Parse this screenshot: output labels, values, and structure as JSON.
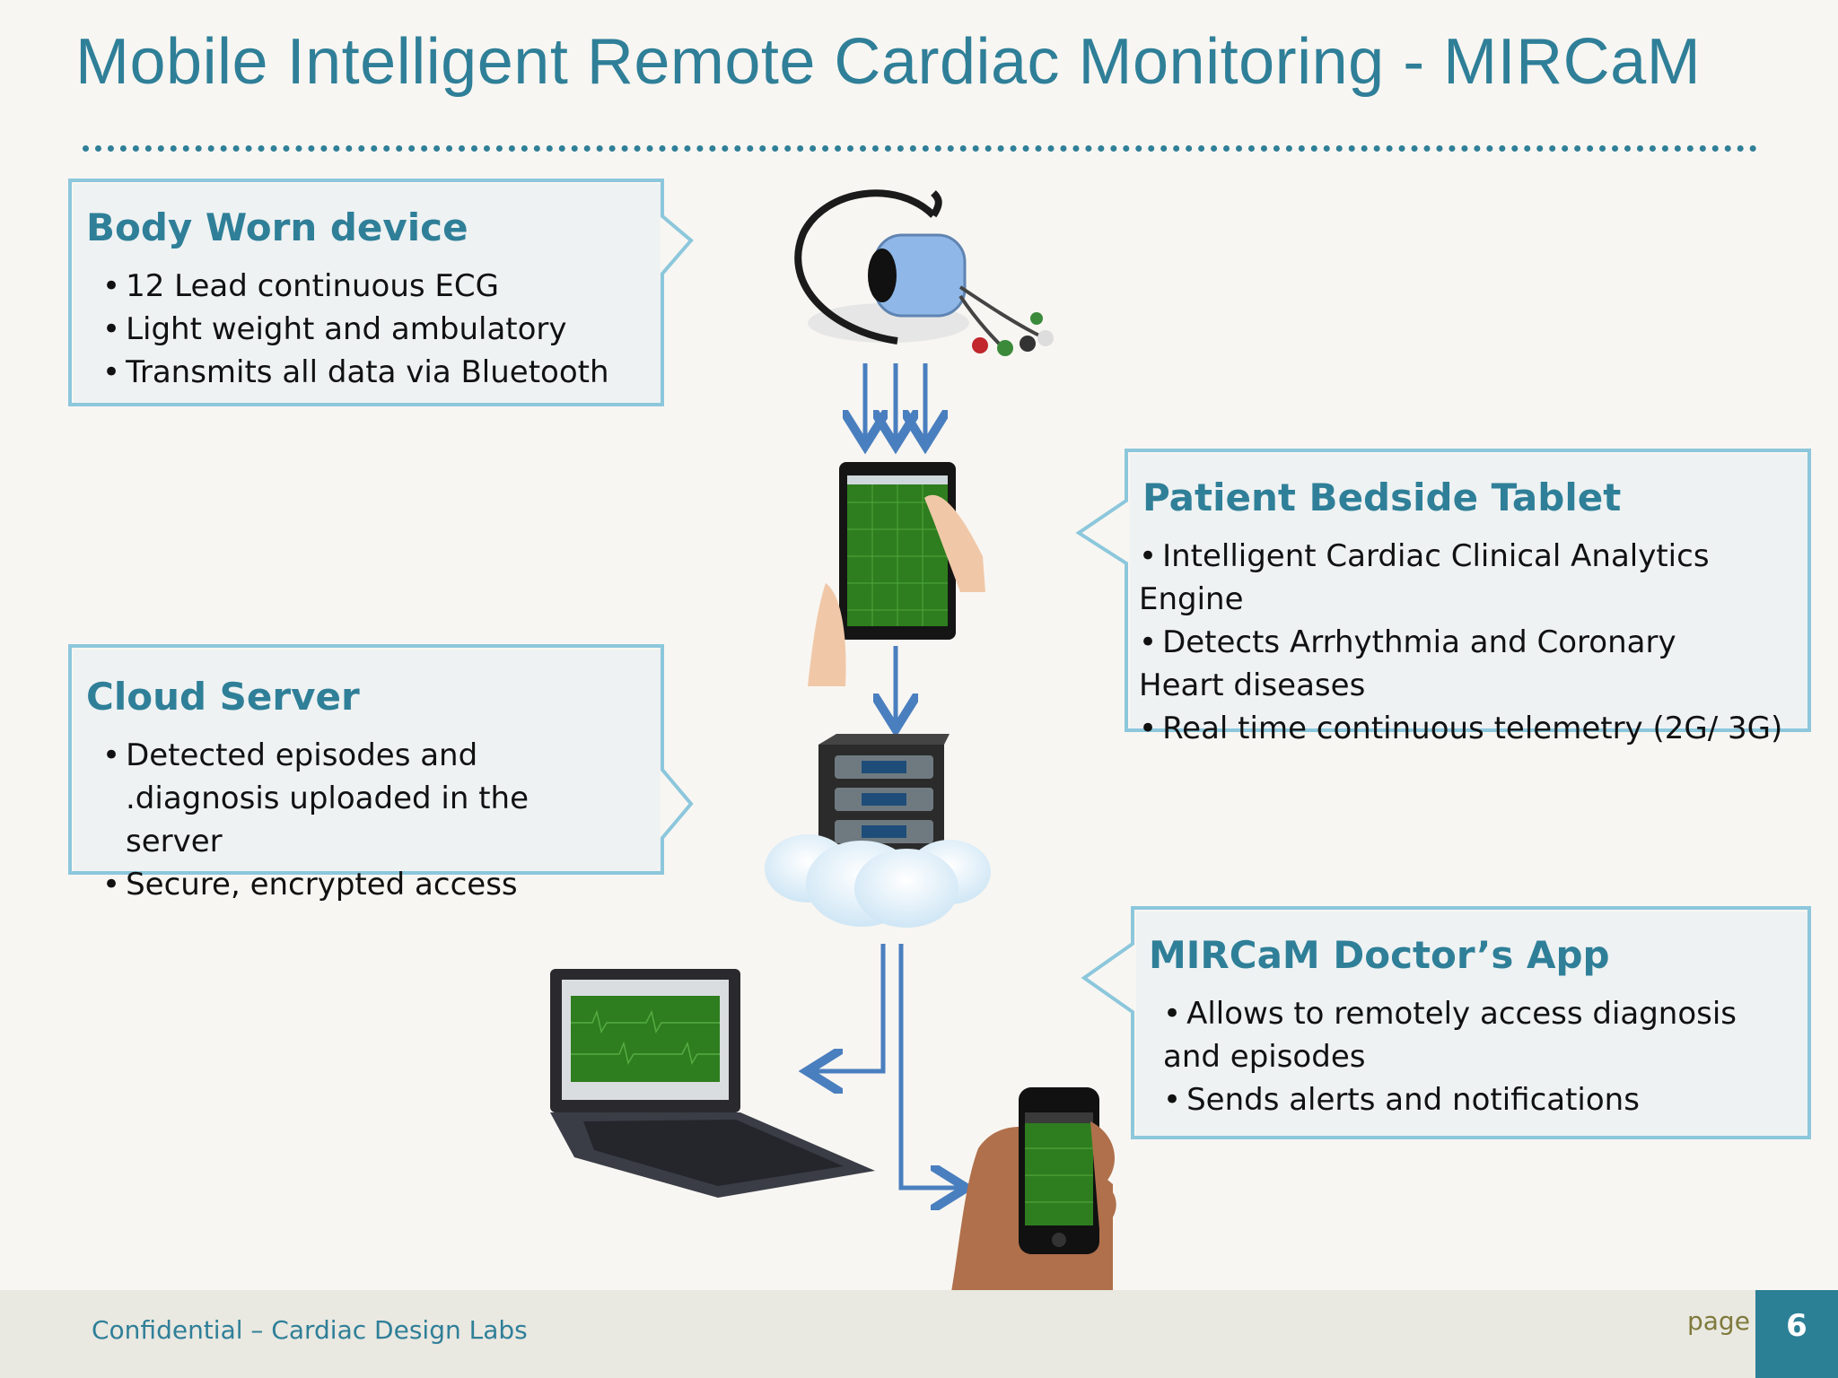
{
  "title": "Mobile Intelligent Remote Cardiac Monitoring - MIRCaM",
  "callouts": {
    "body_worn": {
      "heading": "Body Worn device",
      "items": [
        "12 Lead continuous ECG",
        "Light weight and ambulatory",
        "Transmits all data via Bluetooth"
      ]
    },
    "tablet": {
      "heading": "Patient Bedside Tablet",
      "items": [
        "Intelligent Cardiac Clinical Analytics Engine",
        "Detects Arrhythmia and Coronary Heart diseases",
        "Real time continuous telemetry (2G/ 3G)"
      ]
    },
    "cloud": {
      "heading": "Cloud Server",
      "items": [
        "Detected episodes and .diagnosis uploaded in the server",
        "Secure, encrypted access"
      ]
    },
    "doctor_app": {
      "heading": "MIRCaM Doctor’s  App",
      "items": [
        "Allows to remotely access diagnosis and episodes",
        "Sends alerts and notifications"
      ]
    }
  },
  "footer": {
    "text": "Confidential – Cardiac Design Labs",
    "page_label": "page",
    "page_number": "6"
  },
  "colors": {
    "accent": "#2f7f98",
    "callout_border": "#8cc7dc",
    "arrow": "#4a7fbf",
    "ecg_screen": "#2e7d1e"
  },
  "bullet": "•"
}
